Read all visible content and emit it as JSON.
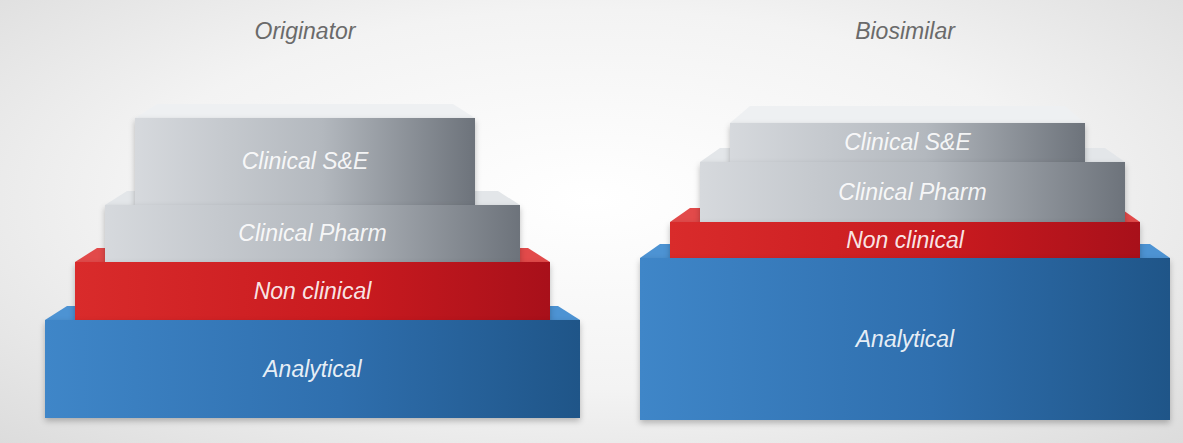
{
  "diagram": {
    "nodes": [
      {
        "text": [
          "Clinical S&E"
        ]
      },
      {
        "text": [
          "Clinical Pharm"
        ]
      },
      {
        "text": [
          "Non clinical"
        ]
      },
      {
        "text": [
          "Analytical"
        ]
      },
      {
        "text": [
          "Clinical S&E"
        ]
      },
      {
        "text": [
          "Clinical Pharm"
        ]
      },
      {
        "text": [
          "Non clinical"
        ]
      },
      {
        "text": [
          "Analytical"
        ]
      }
    ],
    "labels": [
      "Originator",
      "Biosimilar"
    ]
  }
}
